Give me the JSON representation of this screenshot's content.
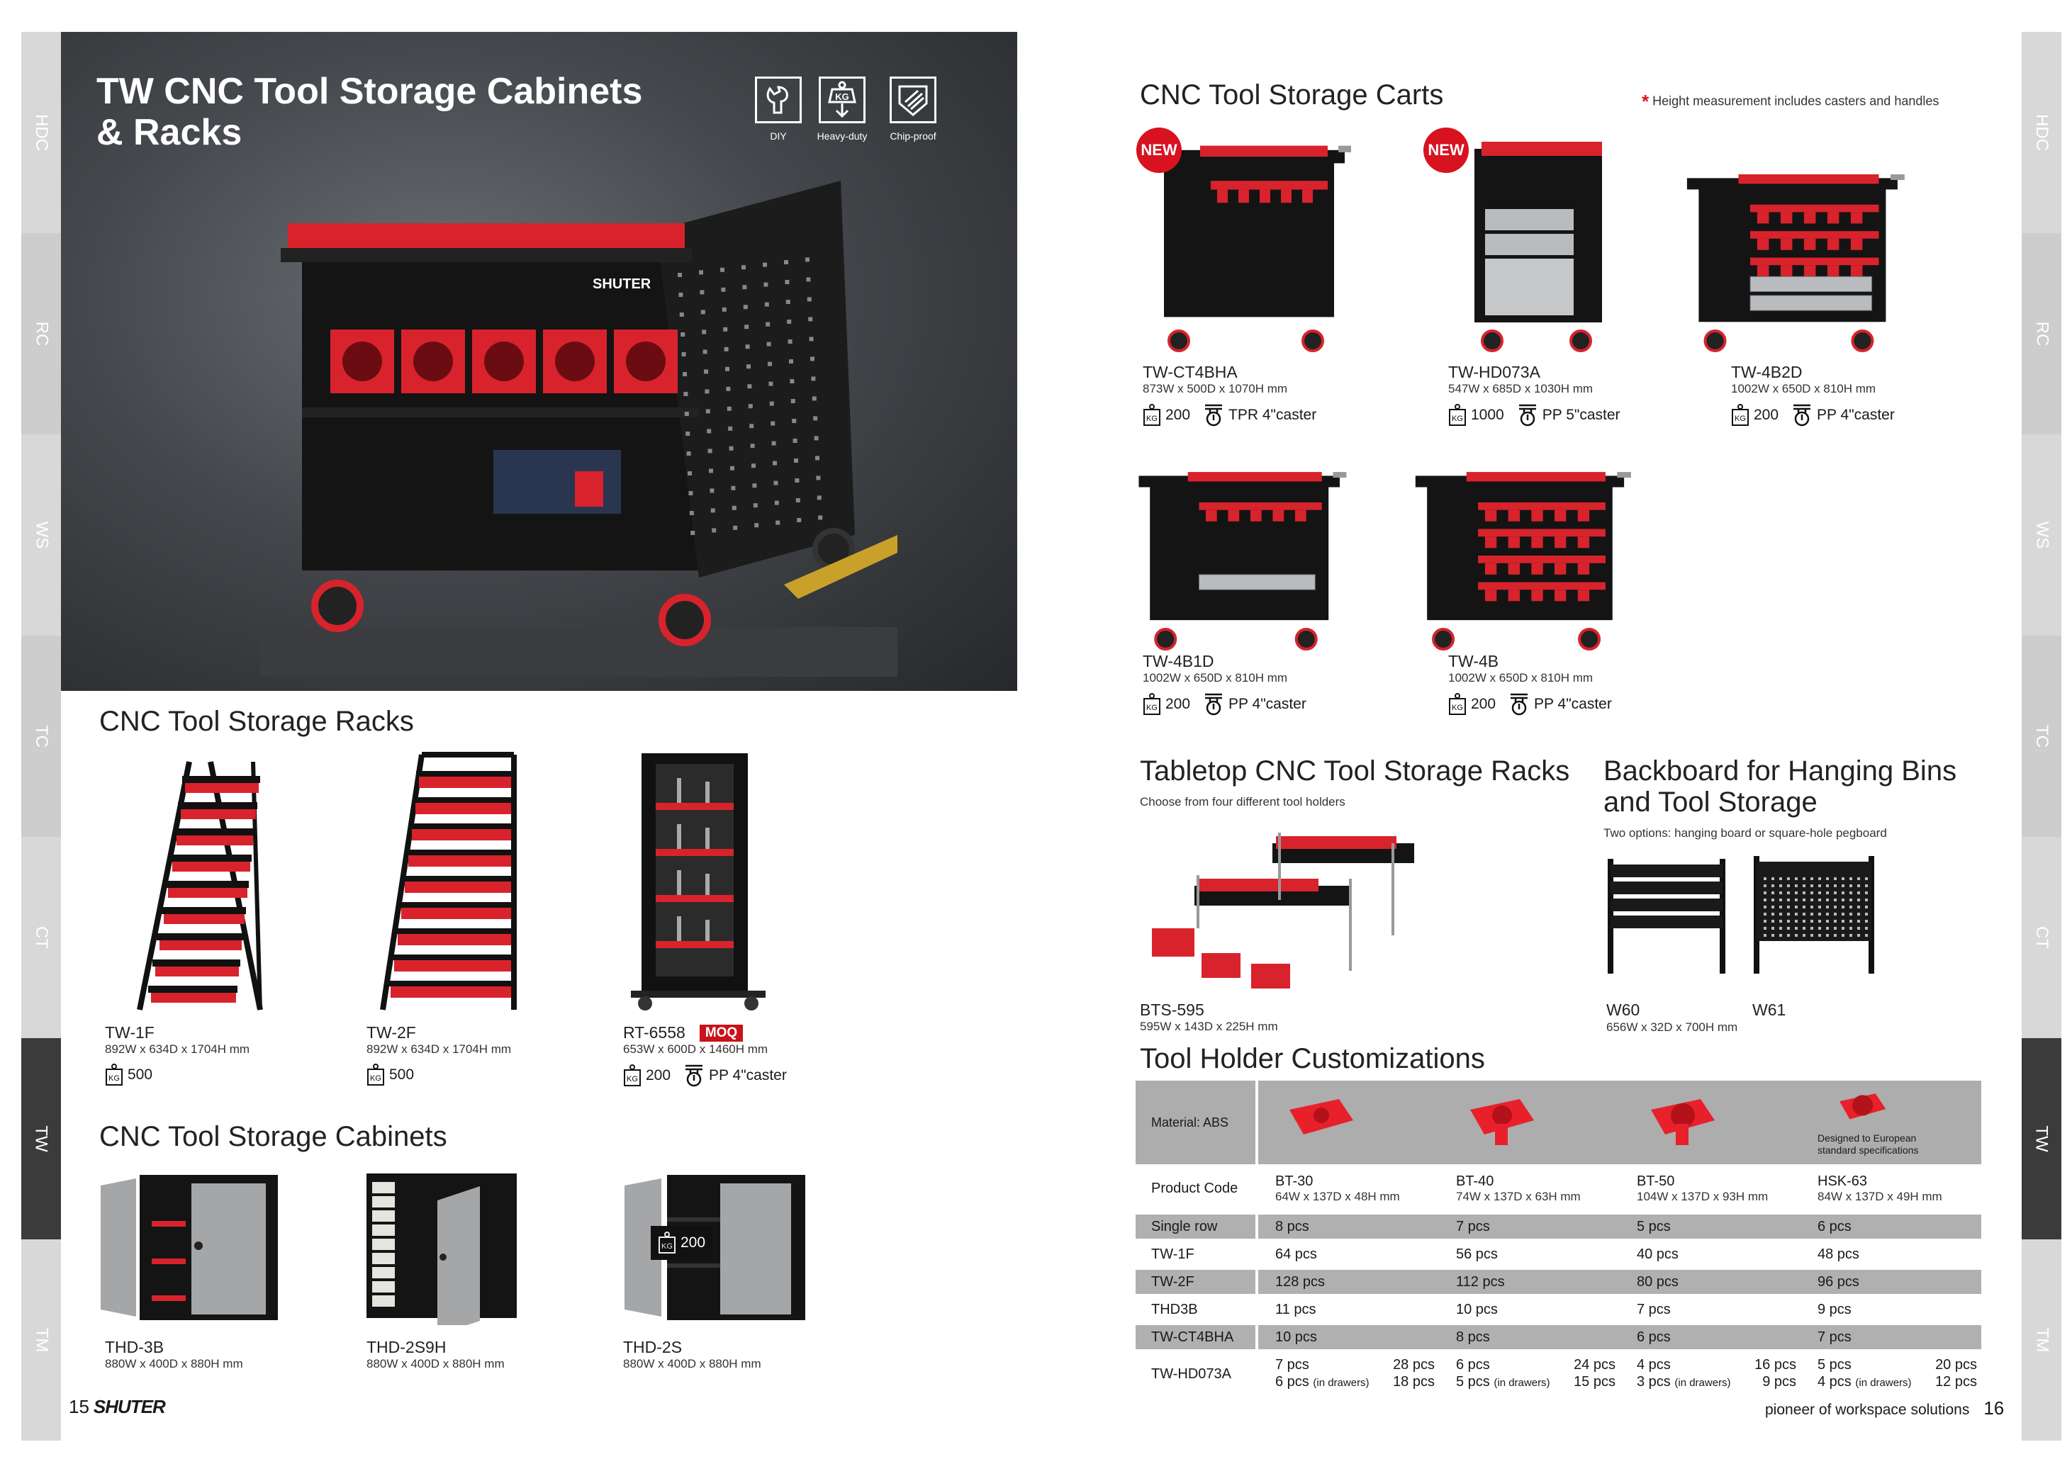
{
  "side_tabs": [
    "HDC",
    "RC",
    "WS",
    "TC",
    "CT",
    "TW",
    "TM"
  ],
  "active_tab": "TW",
  "hero": {
    "title_line1": "TW CNC Tool Storage Cabinets",
    "title_line2": "& Racks",
    "features": [
      {
        "label": "DIY",
        "icon": "wrench-icon"
      },
      {
        "label": "Heavy-duty",
        "icon": "weight-kg-icon"
      },
      {
        "label": "Chip-proof",
        "icon": "shield-icon"
      }
    ],
    "brand_on_cart": "SHUTER"
  },
  "racks": {
    "title": "CNC Tool Storage Racks",
    "items": [
      {
        "code": "TW-1F",
        "dims": "892W x 634D x 1704H mm",
        "load": "500"
      },
      {
        "code": "TW-2F",
        "dims": "892W x 634D x 1704H mm",
        "load": "500"
      },
      {
        "code": "RT-6558",
        "badge": "MOQ",
        "dims": "653W x 600D x 1460H mm",
        "load": "200",
        "caster": "PP 4\"caster"
      }
    ]
  },
  "cabinets": {
    "title": "CNC Tool Storage Cabinets",
    "overlay_load": "200",
    "items": [
      {
        "code": "THD-3B",
        "dims": "880W x 400D x 880H mm"
      },
      {
        "code": "THD-2S9H",
        "dims": "880W x 400D x 880H mm"
      },
      {
        "code": "THD-2S",
        "dims": "880W x 400D x 880H mm"
      }
    ]
  },
  "footer_left": {
    "page": "15",
    "brand": "SHUTER"
  },
  "carts": {
    "title": "CNC Tool Storage Carts",
    "note_mark": "*",
    "note": "Height measurement includes casters and handles",
    "items": [
      {
        "code": "TW-CT4BHA",
        "badge": "NEW",
        "dims": "873W x 500D x 1070H mm",
        "load": "200",
        "caster": "TPR 4\"caster"
      },
      {
        "code": "TW-HD073A",
        "badge": "NEW",
        "dims": "547W x 685D x 1030H mm",
        "load": "1000",
        "caster": "PP 5\"caster"
      },
      {
        "code": "TW-4B2D",
        "dims": "1002W x 650D x 810H mm",
        "load": "200",
        "caster": "PP 4\"caster"
      },
      {
        "code": "TW-4B1D",
        "dims": "1002W x 650D x 810H mm",
        "load": "200",
        "caster": "PP 4\"caster"
      },
      {
        "code": "TW-4B",
        "dims": "1002W x 650D x 810H mm",
        "load": "200",
        "caster": "PP 4\"caster"
      }
    ]
  },
  "tabletop": {
    "title": "Tabletop CNC Tool Storage Racks",
    "subtitle": "Choose from four different tool holders",
    "code": "BTS-595",
    "dims": "595W x 143D x 225H mm"
  },
  "backboard": {
    "title_line1": "Backboard for Hanging Bins",
    "title_line2": "and Tool Storage",
    "subtitle": "Two options: hanging board or square-hole pegboard",
    "codes": [
      "W60",
      "W61"
    ],
    "dims": "656W x 32D x 700H mm"
  },
  "customizations": {
    "title": "Tool Holder Customizations",
    "material_label": "Material: ABS",
    "european_note_1": "Designed to European",
    "european_note_2": "standard specifications",
    "product_code_label": "Product Code",
    "holders": [
      {
        "code": "BT-30",
        "dims": "64W x 137D x 48H mm"
      },
      {
        "code": "BT-40",
        "dims": "74W x 137D x 63H mm"
      },
      {
        "code": "BT-50",
        "dims": "104W x 137D x 93H mm"
      },
      {
        "code": "HSK-63",
        "dims": "84W x 137D x 49H mm"
      }
    ],
    "rows": [
      {
        "label": "Single row",
        "values": [
          "8 pcs",
          "7 pcs",
          "5 pcs",
          "6 pcs"
        ]
      },
      {
        "label": "TW-1F",
        "values": [
          "64 pcs",
          "56 pcs",
          "40 pcs",
          "48 pcs"
        ]
      },
      {
        "label": "TW-2F",
        "values": [
          "128 pcs",
          "112 pcs",
          "80 pcs",
          "96 pcs"
        ]
      },
      {
        "label": "THD3B",
        "values": [
          "11 pcs",
          "10 pcs",
          "7 pcs",
          "9 pcs"
        ]
      },
      {
        "label": "TW-CT4BHA",
        "values": [
          "10 pcs",
          "8 pcs",
          "6 pcs",
          "7 pcs"
        ]
      }
    ],
    "hd_row": {
      "label": "TW-HD073A",
      "drawer_note": "(in drawers)",
      "cells": [
        {
          "top": "7 pcs",
          "top_total": "28 pcs",
          "bottom": "6 pcs",
          "bottom_total": "18 pcs"
        },
        {
          "top": "6 pcs",
          "top_total": "24 pcs",
          "bottom": "5 pcs",
          "bottom_total": "15 pcs"
        },
        {
          "top": "4 pcs",
          "top_total": "16 pcs",
          "bottom": "3 pcs",
          "bottom_total": "9 pcs"
        },
        {
          "top": "5 pcs",
          "top_total": "20 pcs",
          "bottom": "4 pcs",
          "bottom_total": "12 pcs"
        }
      ]
    }
  },
  "footer_right": {
    "tagline": "pioneer of workspace solutions",
    "page": "16"
  },
  "colors": {
    "accent_red": "#d8121f",
    "tab_active": "#3b3b3b",
    "tab": "#d8d8d8",
    "table_grey": "#b0b0b0"
  }
}
